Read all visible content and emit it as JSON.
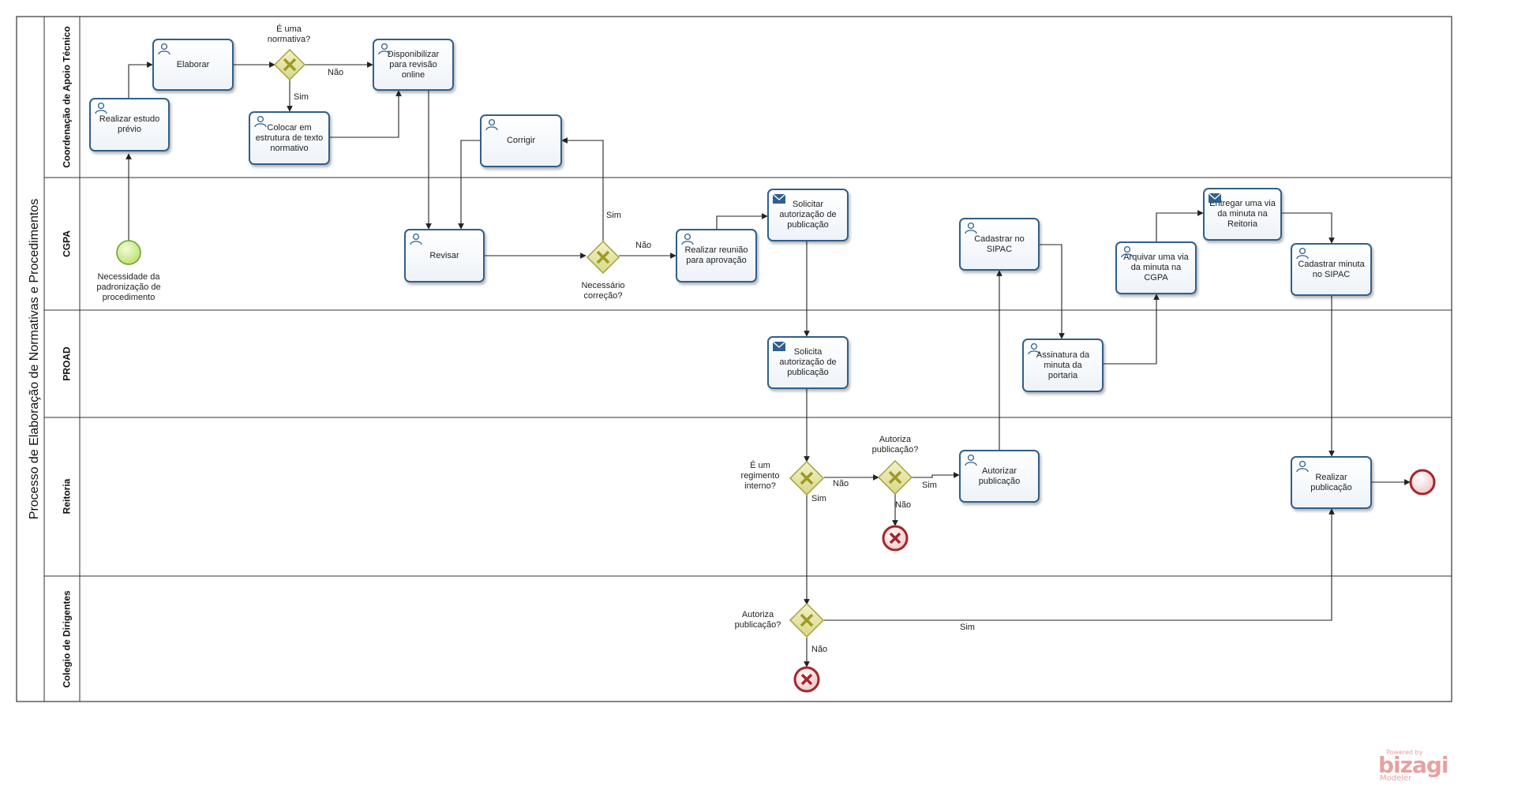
{
  "diagram": {
    "pool_title": "Processo de Elaboração de Normativas e Procedimentos",
    "lanes": [
      {
        "id": "cat",
        "label": "Coordenação de Apoio Técnico"
      },
      {
        "id": "cgpa",
        "label": "CGPA"
      },
      {
        "id": "proad",
        "label": "PROAD"
      },
      {
        "id": "reitoria",
        "label": "Reitoria"
      },
      {
        "id": "colegio",
        "label": "Colegio de Dirigentes"
      }
    ],
    "tasks": {
      "realizar_estudo": "Realizar estudo prévio",
      "elaborar": "Elaborar",
      "disponibilizar": "Disponibilizar para revisão online",
      "colocar_estrutura": "Colocar em estrutura de texto normativo",
      "corrigir": "Corrigir",
      "revisar": "Revisar",
      "realizar_reuniao": "Realizar reunião para aprovação",
      "solicitar_autorizacao": "Solicitar autorização de publicação",
      "cadastrar_sipac": "Cadastrar no SIPAC",
      "arquivar_via": "Arquivar uma via da minuta na CGPA",
      "entregar_via": "Entregar uma via da minuta na Reitoria",
      "cadastrar_minuta": "Cadastrar minuta no SIPAC",
      "solicita_autorizacao": "Solicita autorização de publicação",
      "assinatura_minuta": "Assinatura da minuta da portaria",
      "autorizar_publicacao": "Autorizar publicação",
      "realizar_publicacao": "Realizar publicação"
    },
    "gateways": {
      "e_normativa": "É uma normativa?",
      "necessario_correcao": "Necessário correção?",
      "e_regimento": "É um regimento interno?",
      "autoriza_reitoria": "Autoriza publicação?",
      "autoriza_colegio": "Autoriza publicação?"
    },
    "events": {
      "start": "Necessidade da padronização de procedimento"
    },
    "flow_labels": {
      "nao_normativa": "Não",
      "sim_normativa": "Sim",
      "sim_correcao": "Sim",
      "nao_correcao": "Não",
      "nao_regimento": "Não",
      "sim_regimento": "Sim",
      "sim_autoriza_reitoria": "Sim",
      "nao_autoriza_reitoria": "Não",
      "sim_autoriza_colegio": "Sim",
      "nao_autoriza_colegio": "Não"
    },
    "watermark": {
      "powered": "Powered by",
      "brand": "bizagi",
      "product": "Modeler"
    },
    "colors": {
      "task_border": "#2f5f8d",
      "gateway_fill": "#e7e6a3",
      "gateway_border": "#a3a13a",
      "start_fill": "#d7f09a",
      "start_border": "#6ea32c",
      "end_border": "#a4262c",
      "end_fill": "#f5c9c9"
    }
  }
}
